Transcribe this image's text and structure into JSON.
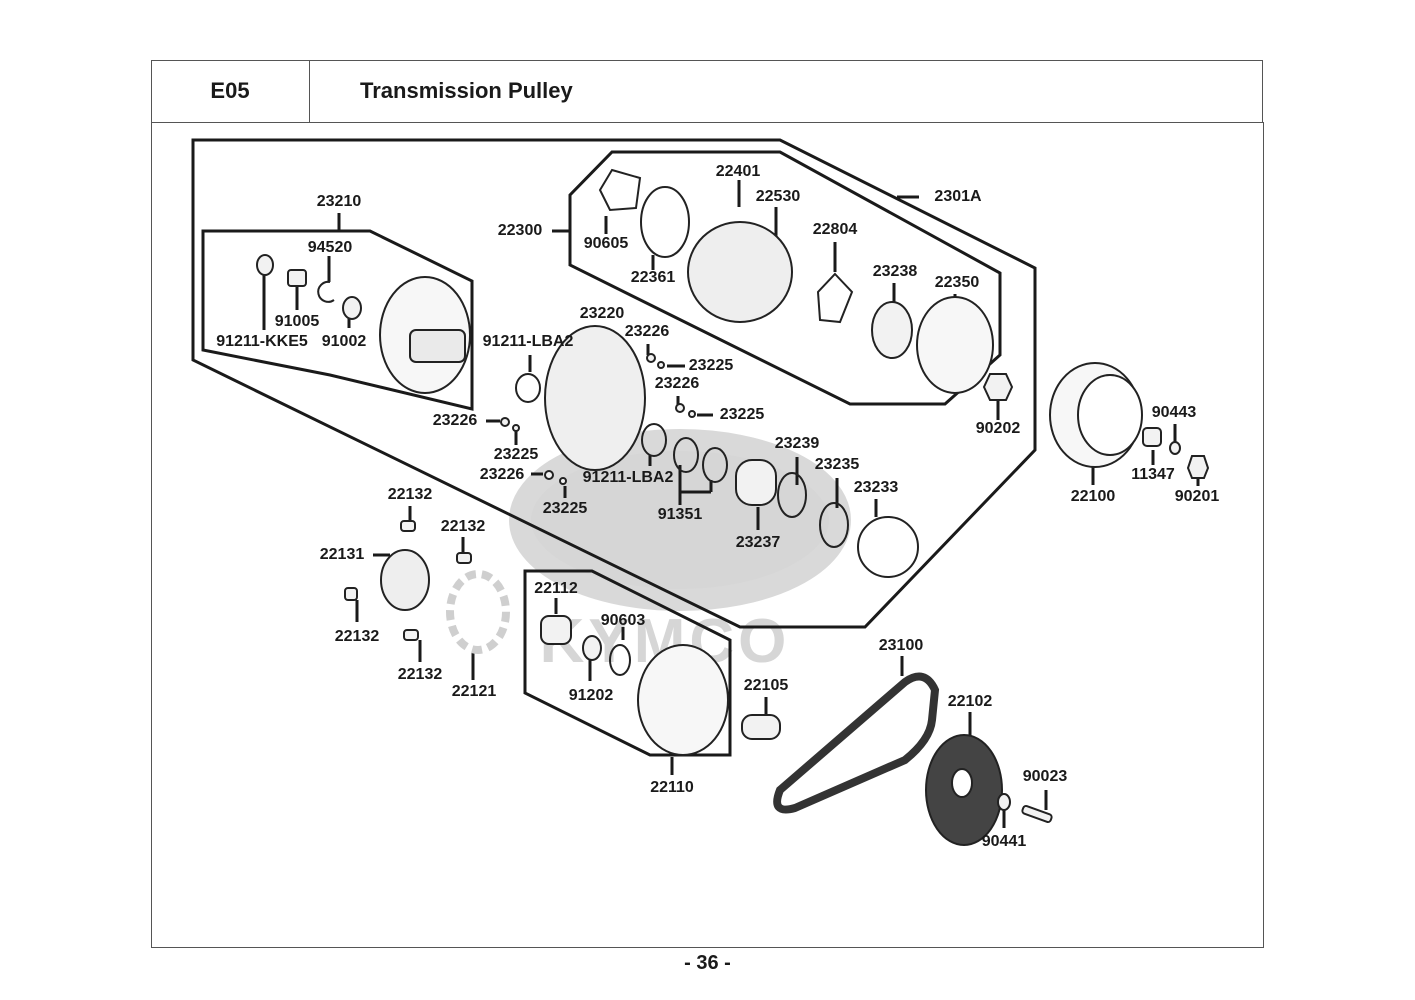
{
  "header": {
    "section_code": "E05",
    "section_title": "Transmission Pulley"
  },
  "footer": {
    "page_number": "- 36 -"
  },
  "watermark": {
    "brand": "KYMCO"
  },
  "diagram": {
    "assembly_groups": [
      {
        "id": "2301A",
        "label": "2301A",
        "description": "driven pulley assembly outline"
      },
      {
        "id": "22300",
        "label": "22300",
        "description": "clutch assembly outline"
      },
      {
        "id": "23210",
        "label": "23210",
        "description": "driven face assembly outline"
      },
      {
        "id": "22110",
        "label": "22110",
        "description": "movable drive face assembly outline"
      }
    ],
    "callouts": [
      {
        "id": "c1",
        "label": "23210"
      },
      {
        "id": "c2",
        "label": "94520"
      },
      {
        "id": "c3",
        "label": "91005"
      },
      {
        "id": "c4",
        "label": "91211-KKE5"
      },
      {
        "id": "c5",
        "label": "91002"
      },
      {
        "id": "c6",
        "label": "22300"
      },
      {
        "id": "c7",
        "label": "90605"
      },
      {
        "id": "c8",
        "label": "22361"
      },
      {
        "id": "c9",
        "label": "22401"
      },
      {
        "id": "c10",
        "label": "22530"
      },
      {
        "id": "c11",
        "label": "22804"
      },
      {
        "id": "c12",
        "label": "2301A"
      },
      {
        "id": "c13",
        "label": "23238"
      },
      {
        "id": "c14",
        "label": "22350"
      },
      {
        "id": "c15",
        "label": "90202"
      },
      {
        "id": "c16",
        "label": "23220"
      },
      {
        "id": "c17",
        "label": "91211-LBA2"
      },
      {
        "id": "c18",
        "label": "23226"
      },
      {
        "id": "c19",
        "label": "23225"
      },
      {
        "id": "c20",
        "label": "23226"
      },
      {
        "id": "c21",
        "label": "23225"
      },
      {
        "id": "c22",
        "label": "23226"
      },
      {
        "id": "c23",
        "label": "23225"
      },
      {
        "id": "c24",
        "label": "23226"
      },
      {
        "id": "c25",
        "label": "23225"
      },
      {
        "id": "c26",
        "label": "91211-LBA2"
      },
      {
        "id": "c27",
        "label": "91351"
      },
      {
        "id": "c28",
        "label": "23239"
      },
      {
        "id": "c29",
        "label": "23237"
      },
      {
        "id": "c30",
        "label": "23235"
      },
      {
        "id": "c31",
        "label": "23233"
      },
      {
        "id": "c32",
        "label": "22100"
      },
      {
        "id": "c33",
        "label": "90443"
      },
      {
        "id": "c34",
        "label": "11347"
      },
      {
        "id": "c35",
        "label": "90201"
      },
      {
        "id": "c36",
        "label": "22132"
      },
      {
        "id": "c37",
        "label": "22132"
      },
      {
        "id": "c38",
        "label": "22131"
      },
      {
        "id": "c39",
        "label": "22132"
      },
      {
        "id": "c40",
        "label": "22132"
      },
      {
        "id": "c41",
        "label": "22121"
      },
      {
        "id": "c42",
        "label": "22112"
      },
      {
        "id": "c43",
        "label": "90603"
      },
      {
        "id": "c44",
        "label": "91202"
      },
      {
        "id": "c45",
        "label": "22110"
      },
      {
        "id": "c46",
        "label": "22105"
      },
      {
        "id": "c47",
        "label": "23100"
      },
      {
        "id": "c48",
        "label": "22102"
      },
      {
        "id": "c49",
        "label": "90023"
      },
      {
        "id": "c50",
        "label": "90441"
      }
    ]
  }
}
